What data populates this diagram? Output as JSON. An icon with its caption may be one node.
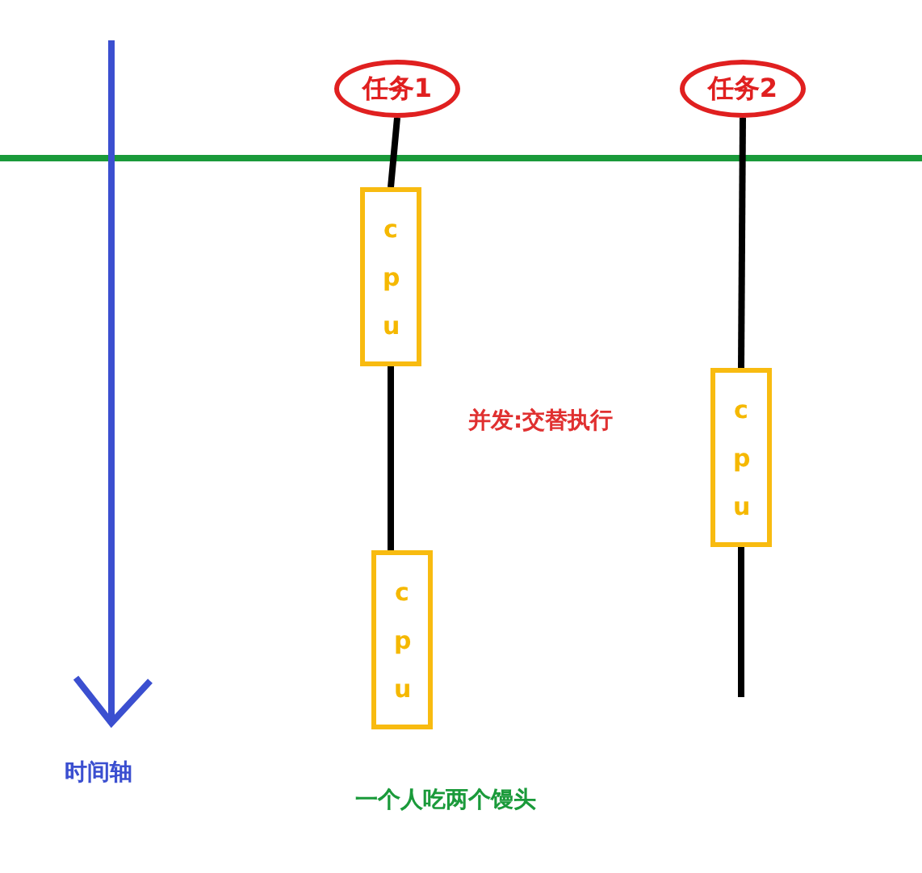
{
  "diagram": {
    "nodes": [
      {
        "text": [
          "任务1"
        ]
      },
      {
        "text": [
          "任务2"
        ]
      },
      {
        "text": [
          "cpu"
        ]
      },
      {
        "text": [
          "cpu"
        ]
      },
      {
        "text": [
          "cpu"
        ]
      }
    ],
    "edges": [
      {
        "from": 0,
        "to": 2,
        "arrow": "none"
      },
      {
        "from": 2,
        "to": 4,
        "arrow": "none"
      },
      {
        "from": 1,
        "to": 3,
        "arrow": "none"
      },
      {
        "from": 3,
        "to": null,
        "arrow": "none"
      }
    ],
    "labels": [
      "时间轴",
      "并发:交替执行",
      "一个人吃两个馒头"
    ]
  }
}
